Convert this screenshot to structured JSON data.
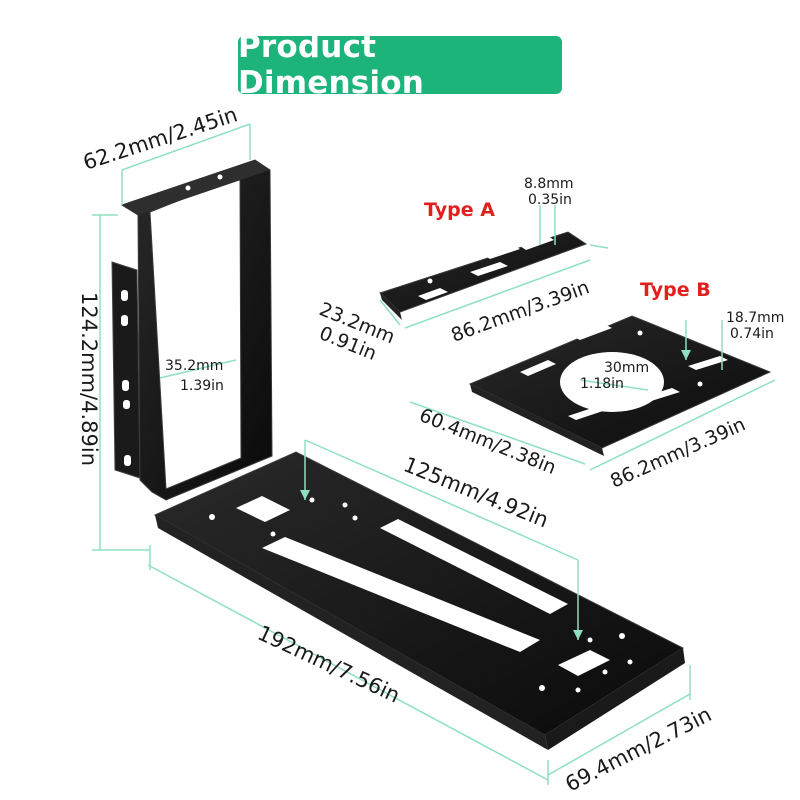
{
  "title": "Product Dimension",
  "colors": {
    "banner": "#1db47c",
    "dimension_line": "#8ee0c0",
    "type_label": "#e0201c",
    "metal": "#111111",
    "metal_edge": "#3a3a3a"
  },
  "labels": {
    "type_a": "Type A",
    "type_b": "Type B"
  },
  "dimensions": {
    "top_width": "62.2mm/2.45in",
    "height": "124.2mm/4.89in",
    "inner_slot_mm": "35.2mm",
    "inner_slot_in": "1.39in",
    "base_slot": "125mm/4.92in",
    "base_length": "192mm/7.56in",
    "base_width": "69.4mm/2.73in",
    "type_a_slot_mm": "8.8mm",
    "type_a_slot_in": "0.35in",
    "type_a_length": "86.2mm/3.39in",
    "type_a_width_mm": "23.2mm",
    "type_a_width_in": "0.91in",
    "type_b_slot_mm": "18.7mm",
    "type_b_slot_in": "0.74in",
    "type_b_hole_mm": "30mm",
    "type_b_hole_in": "1.18in",
    "type_b_width": "60.4mm/2.38in",
    "type_b_length": "86.2mm/3.39in"
  }
}
